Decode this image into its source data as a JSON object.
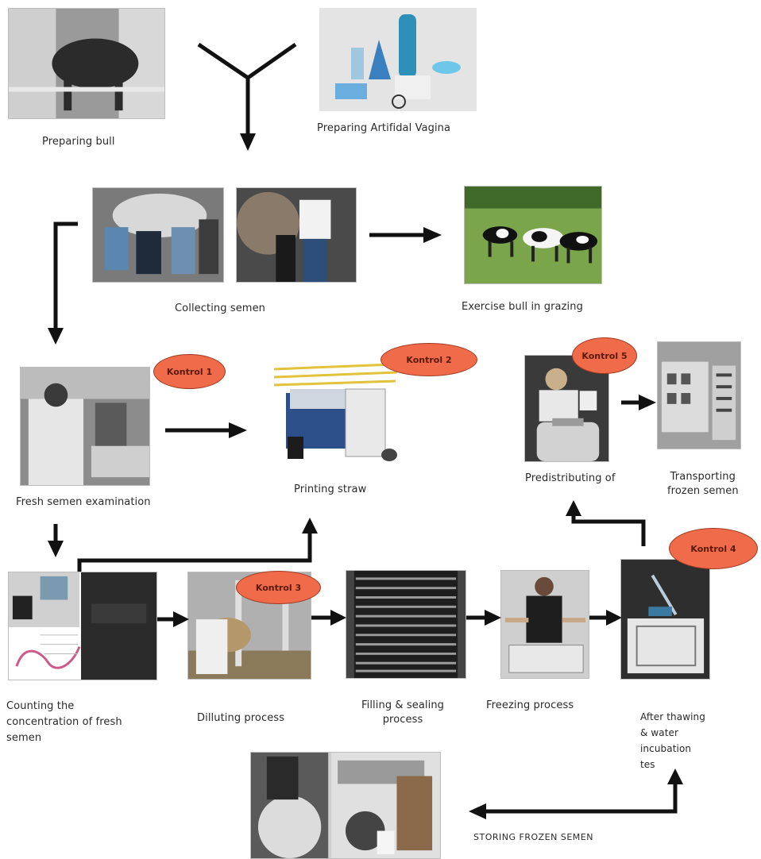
{
  "steps": {
    "preparing_bull": "Preparing bull",
    "preparing_av": "Preparing Artifidal Vagina",
    "collecting_semen": "Collecting semen",
    "exercise_bull": "Exercise bull in grazing",
    "fresh_exam": "Fresh semen examination",
    "printing_straw": "Printing straw",
    "predistributing": "Predistributing of",
    "transporting_l1": "Transporting",
    "transporting_l2": "frozen semen",
    "counting_l1": "Counting the",
    "counting_l2": "concentration of fresh",
    "counting_l3": "semen",
    "diluting": "Dilluting process",
    "filling_l1": "Filling & sealing",
    "filling_l2": "process",
    "freezing": "Freezing process",
    "thawing_l1": "After thawing",
    "thawing_l2": "& water",
    "thawing_l3": "incubation",
    "thawing_l4": "tes",
    "storing": "STORING FROZEN SEMEN"
  },
  "controls": {
    "k1": "Kontrol 1",
    "k2": "Kontrol 2",
    "k3": "Kontrol 3",
    "k4": "Kontrol 4",
    "k5": "Kontrol 5"
  },
  "colors": {
    "kontrol_fill": "#ef6b4a",
    "arrow": "#111111"
  }
}
